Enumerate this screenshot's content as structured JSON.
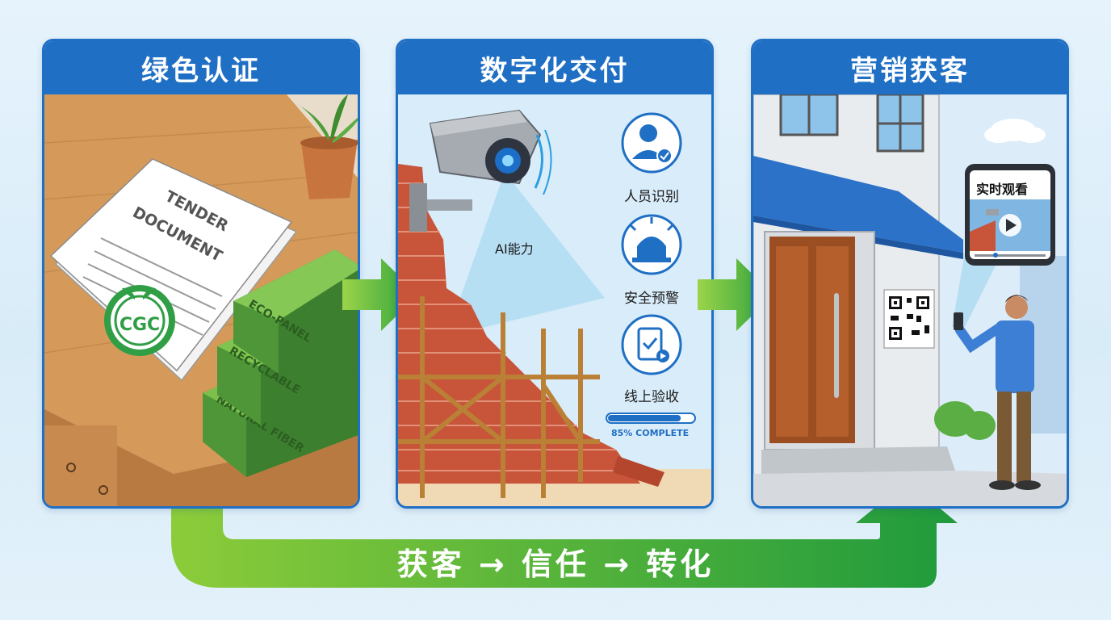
{
  "panels": [
    {
      "title": "绿色认证",
      "document": {
        "line1": "TENDER",
        "line2": "DOCUMENT",
        "seal": "CGC"
      },
      "boards": [
        "ECO-PANEL",
        "RECYCLABLE",
        "NATURAL FIBER"
      ]
    },
    {
      "title": "数字化交付",
      "ai_label": "AI能力",
      "features": [
        {
          "label": "人员识别",
          "icon": "person-check-icon"
        },
        {
          "label": "安全预警",
          "icon": "warning-light-icon"
        },
        {
          "label": "线上验收",
          "icon": "tablet-check-icon"
        }
      ],
      "progress": {
        "text": "85% COMPLETE",
        "percent": 85
      }
    },
    {
      "title": "营销获客",
      "phone_label": "实时观看"
    }
  ],
  "flow": {
    "text": "获客 → 信任 → 转化"
  },
  "colors": {
    "header_blue": "#1f6fc4",
    "green_start": "#8ccc3a",
    "green_end": "#22a03c",
    "brick": "#c8553a",
    "wood": "#d59a5a"
  }
}
